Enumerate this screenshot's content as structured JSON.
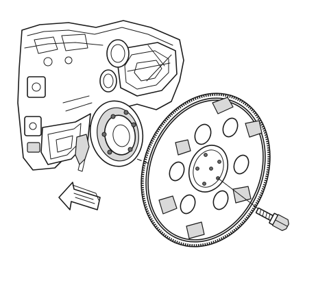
{
  "diagram": {
    "components": {
      "engine_block": "engine-block",
      "crankshaft_flange": "crankshaft-flange",
      "flywheel": "flexplate",
      "bolt": "flexplate-bolt",
      "direction_arrow": "installation-direction-arrow"
    },
    "colors": {
      "line": "#1a1a1a",
      "shade": "#d9d9d9",
      "dark": "#6e6e6e",
      "background": "#ffffff"
    }
  }
}
